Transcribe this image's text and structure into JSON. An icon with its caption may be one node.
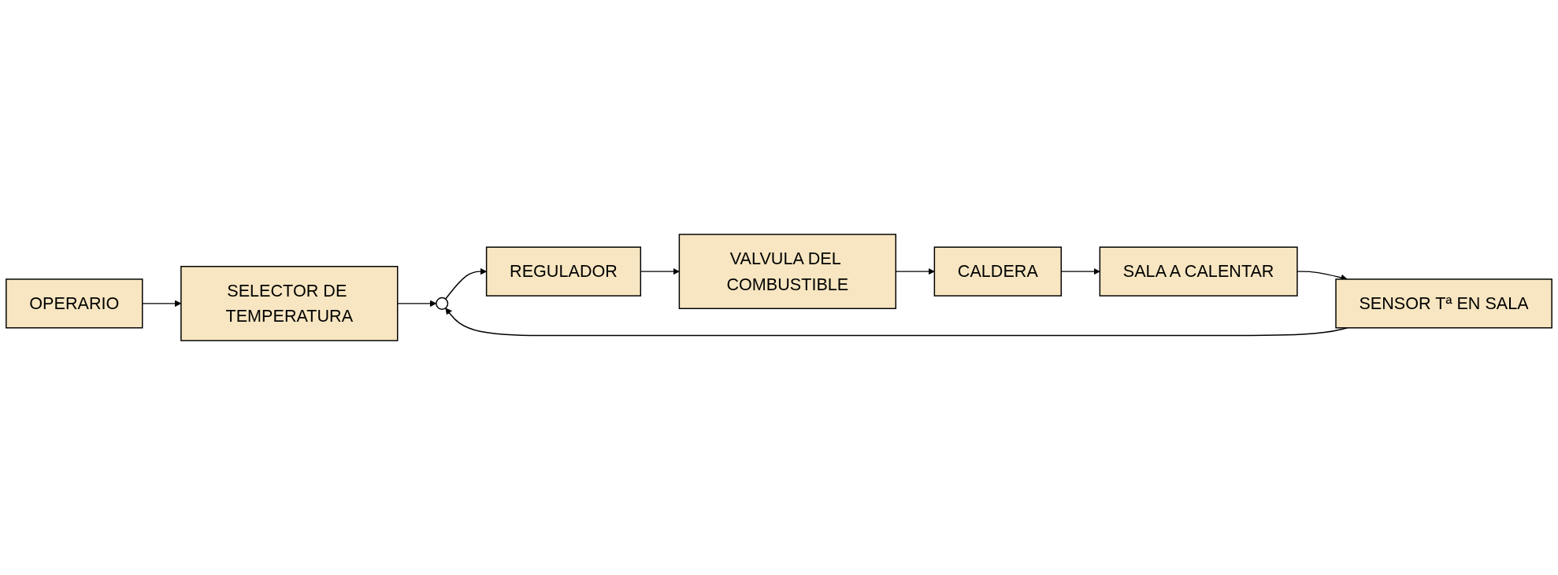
{
  "diagram": {
    "nodes": [
      {
        "text": [],
        "shape": "circle"
      },
      {
        "text": [
          "REGULADOR"
        ]
      },
      {
        "text": [
          "VALVULA DEL COMBUSTIBLE"
        ]
      },
      {
        "text": [
          "CALDERA"
        ]
      },
      {
        "text": [
          "SALA A CALENTAR"
        ]
      },
      {
        "text": [
          "SELECTOR DE TEMPERATURA"
        ]
      },
      {
        "text": [
          "SENSOR Tª EN SALA"
        ]
      },
      {
        "text": [
          "OPERARIO"
        ]
      }
    ],
    "edges": [
      {
        "from": 7,
        "to": 5,
        "arrow": "to"
      },
      {
        "from": 5,
        "to": 0,
        "arrow": "to"
      },
      {
        "from": 0,
        "to": 1,
        "arrow": "to"
      },
      {
        "from": 1,
        "to": 2,
        "arrow": "to"
      },
      {
        "from": 2,
        "to": 3,
        "arrow": "to"
      },
      {
        "from": 3,
        "to": 4,
        "arrow": "to"
      },
      {
        "from": 4,
        "to": 6,
        "arrow": "to"
      },
      {
        "from": 6,
        "to": 0,
        "arrow": "to"
      }
    ]
  }
}
